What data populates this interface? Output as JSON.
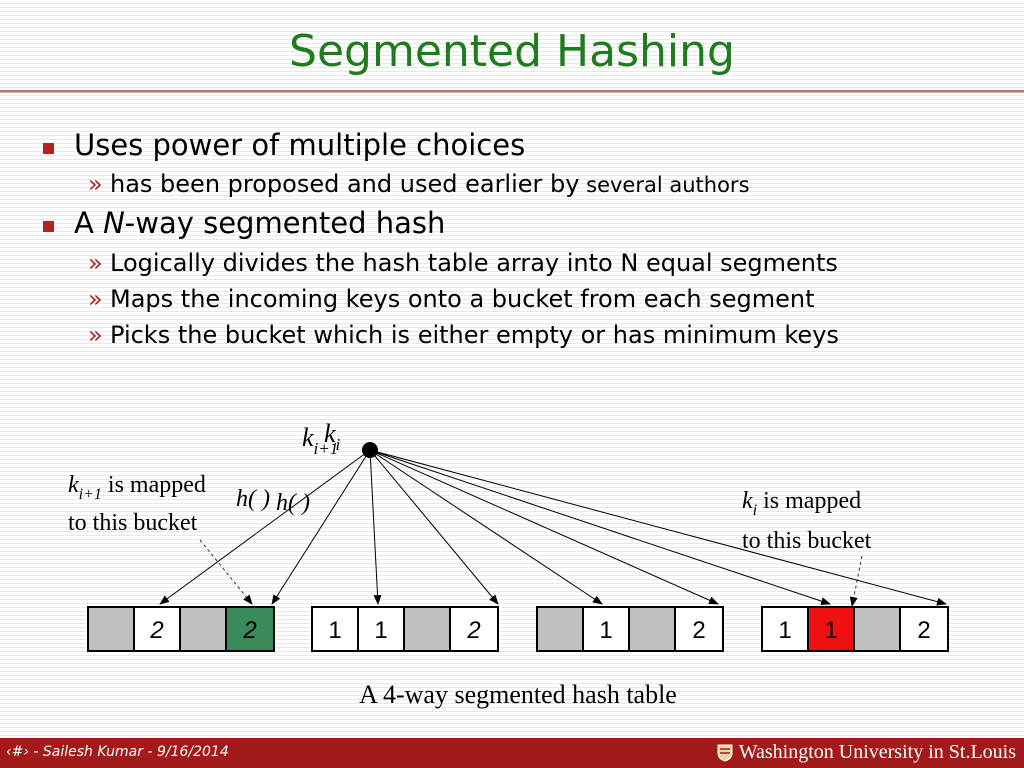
{
  "title": "Segmented Hashing",
  "bullets": [
    {
      "text": "Uses power of multiple choices",
      "subs": [
        {
          "main": "has been proposed and used earlier by",
          "small": " several authors"
        }
      ]
    },
    {
      "text_before": "A ",
      "text_italic": "N",
      "text_after": "-way segmented hash",
      "subs": [
        {
          "main": "Logically divides the hash table array into N equal segments"
        },
        {
          "main": "Maps the incoming keys onto a bucket from each segment"
        },
        {
          "main": "Picks the bucket which is either empty or has minimum keys"
        }
      ]
    }
  ],
  "sub_marker": "»",
  "diagram": {
    "key_label_a": "k",
    "key_sub_a": "i+1",
    "key_label_b": "k",
    "key_sub_b": "i",
    "hash_a": "h( )",
    "hash_b": "h( )",
    "left_note": {
      "k": "k",
      "sub": "i+1",
      "line1_rest": " is mapped",
      "line2": "to this bucket"
    },
    "right_note": {
      "k": "k",
      "sub": "i",
      "line1_rest": " is mapped",
      "line2": "to this bucket"
    },
    "caption": "A 4-way segmented hash table",
    "segments": [
      {
        "buckets": [
          {
            "v": "",
            "c": "gray"
          },
          {
            "v": "2",
            "c": "white",
            "italic": true
          },
          {
            "v": "",
            "c": "gray"
          },
          {
            "v": "2",
            "c": "green",
            "italic": true
          }
        ]
      },
      {
        "buckets": [
          {
            "v": "1",
            "c": "white"
          },
          {
            "v": "1",
            "c": "white"
          },
          {
            "v": "",
            "c": "gray"
          },
          {
            "v": "2",
            "c": "white",
            "italic": true
          }
        ]
      },
      {
        "buckets": [
          {
            "v": "",
            "c": "gray"
          },
          {
            "v": "1",
            "c": "white"
          },
          {
            "v": "",
            "c": "gray"
          },
          {
            "v": "2",
            "c": "white"
          }
        ]
      },
      {
        "buckets": [
          {
            "v": "1",
            "c": "white"
          },
          {
            "v": "1",
            "c": "red"
          },
          {
            "v": "",
            "c": "gray"
          },
          {
            "v": "2",
            "c": "white"
          }
        ]
      }
    ],
    "colors": {
      "gray": "#c0c0c0",
      "white": "#ffffff",
      "green": "#3a8a5a",
      "red": "#ee1111"
    }
  },
  "footer": {
    "text": "‹#› - Sailesh Kumar - 9/16/2014",
    "logo": "Washington University in St.Louis"
  }
}
